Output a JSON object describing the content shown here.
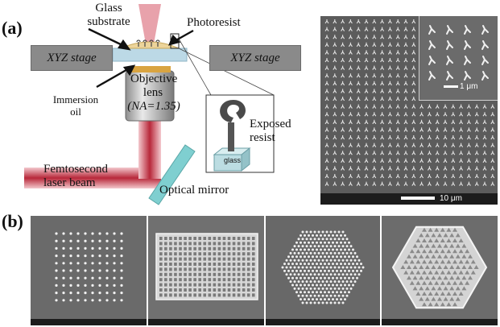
{
  "panel_a": {
    "label": "(a)",
    "glass_substrate": [
      "Glass",
      "substrate"
    ],
    "photoresist": "Photoresist",
    "stage_left": "XYZ stage",
    "stage_right": "XYZ stage",
    "objective": [
      "Objective",
      "lens"
    ],
    "na": "(NA=1.35)",
    "immersion": [
      "Immersion",
      "oil"
    ],
    "laser": [
      "Femtosecond",
      "laser beam"
    ],
    "mirror": "Optical mirror",
    "exposed": [
      "Exposed",
      "resist"
    ],
    "glass_box": "glass",
    "scale_main": "10 μm",
    "scale_inset": "1 μm"
  },
  "panel_b": {
    "label": "(b)"
  }
}
